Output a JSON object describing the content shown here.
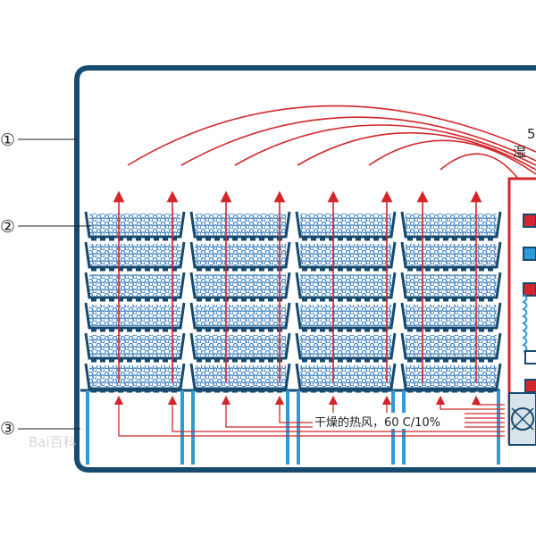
{
  "callouts": [
    {
      "id": "1",
      "text": "①"
    },
    {
      "id": "2",
      "text": "②"
    },
    {
      "id": "3",
      "text": "③"
    }
  ],
  "labels": {
    "hot_air": "干燥的热风，60 C/10%",
    "top_right_num": "5",
    "top_right_text": "湿",
    "watermark": "Bai百科"
  },
  "colors": {
    "frame": "#164a6e",
    "airflow": "#d2262b",
    "post": "#2f9ad8",
    "dot": "#3d85c6",
    "text": "#222222"
  }
}
